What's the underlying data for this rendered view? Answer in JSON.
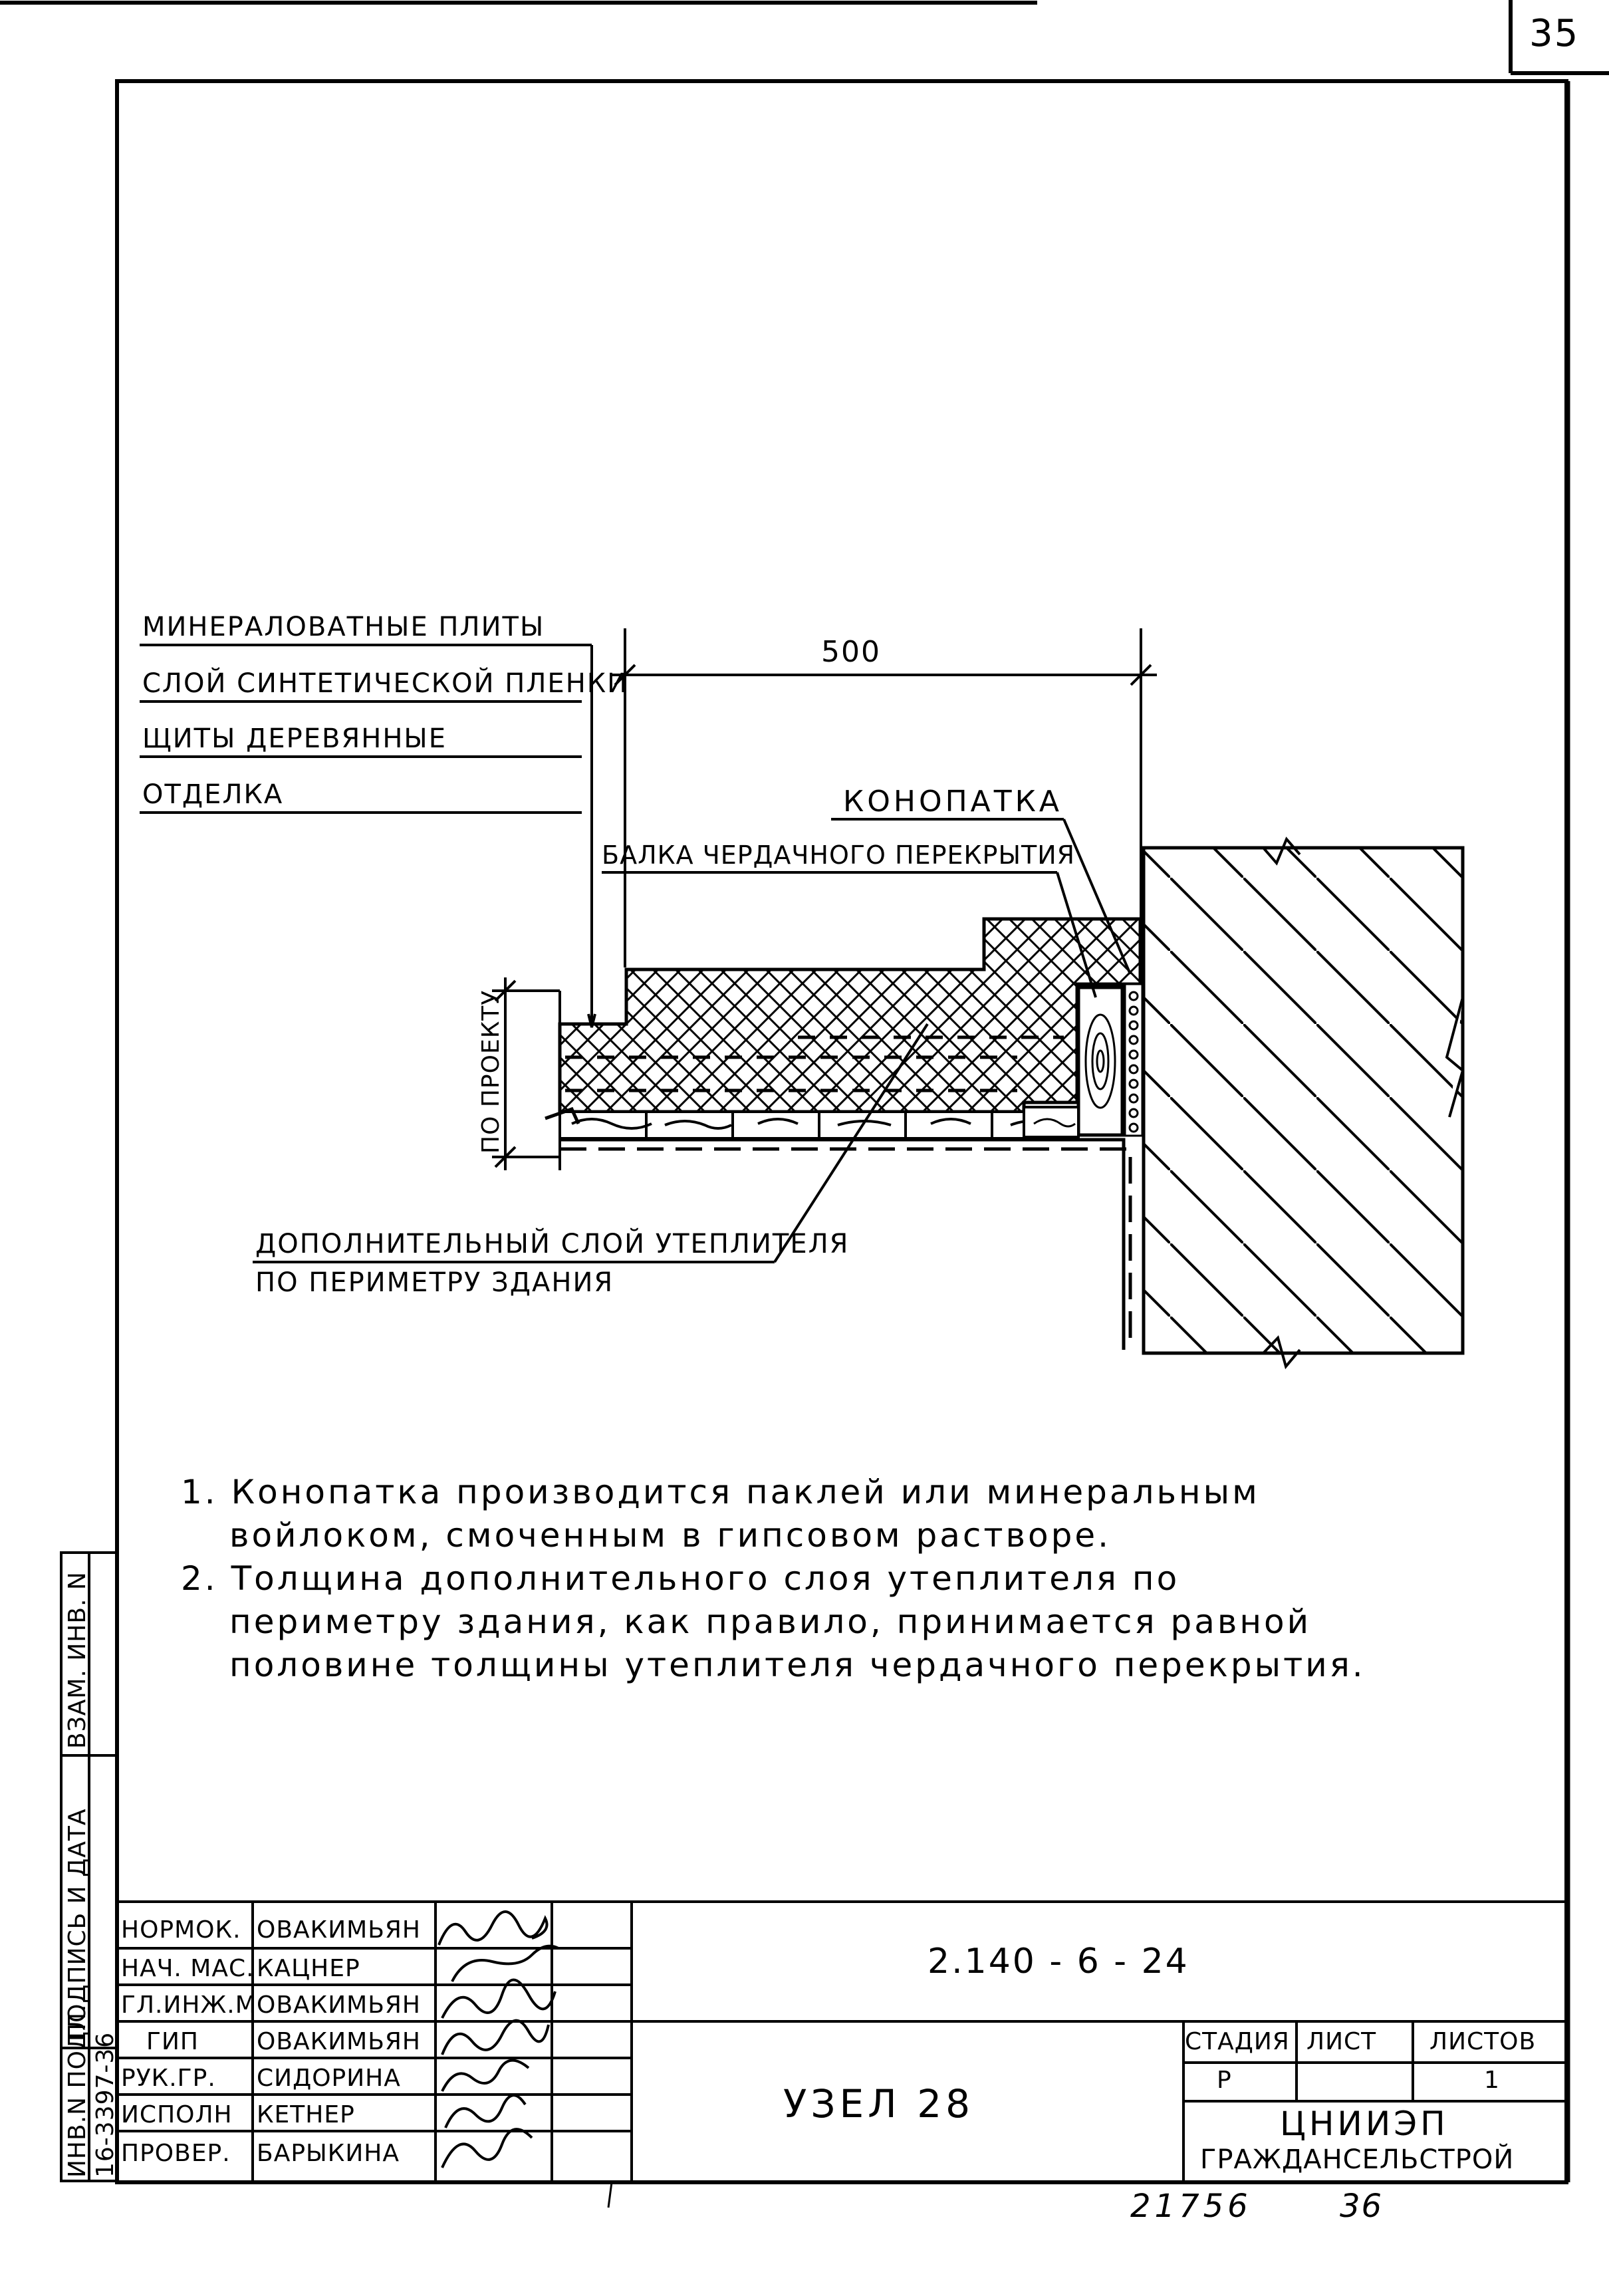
{
  "page_number": "35",
  "callouts": {
    "mineral_wool": "МИНЕРАЛОВАТНЫЕ ПЛИТЫ",
    "synthetic_film": "СЛОЙ СИНТЕТИЧЕСКОЙ ПЛЕНКИ",
    "wooden_panels": "ЩИТЫ ДЕРЕВЯННЫЕ",
    "finish": "ОТДЕЛКА",
    "caulking": "КОНОПАТКА",
    "attic_beam": "БАЛКА ЧЕРДАЧНОГО ПЕРЕКРЫТИЯ",
    "extra_insulation_line1": "ДОПОЛНИТЕЛЬНЫЙ СЛОЙ УТЕПЛИТЕЛЯ",
    "extra_insulation_line2": "ПО ПЕРИМЕТРУ ЗДАНИЯ"
  },
  "dimensions": {
    "width_label": "500",
    "thickness_label": "ПО ПРОЕКТУ"
  },
  "notes": [
    "1. Конопатка производится паклей или минеральным",
    "войлоком, смоченным в гипсовом растворе.",
    "2. Толщина дополнительного слоя утеплителя по",
    "периметру здания, как правило, принимается равной",
    "половине толщины утеплителя чердачного перекрытия."
  ],
  "side_stamp": {
    "col1": "ИНВ.N ПОДЛ.",
    "col1_value": "16-3397-36",
    "col2a": "ПОДПИСЬ И ДАТА",
    "col2b": "ВЗАМ. ИНВ. N"
  },
  "title_block": {
    "roles": [
      {
        "role": "НОРМОК.",
        "name": "ОВАКИМЬЯН"
      },
      {
        "role": "НАЧ. МАС.",
        "name": "КАЦНЕР"
      },
      {
        "role": "ГЛ.ИНЖ.М",
        "name": "ОВАКИМЬЯН"
      },
      {
        "role": "ГИП",
        "name": "ОВАКИМЬЯН"
      },
      {
        "role": "РУК.ГР.",
        "name": "СИДОРИНА"
      },
      {
        "role": "ИСПОЛН",
        "name": "КЕТНЕР"
      },
      {
        "role": "ПРОВЕР.",
        "name": "БАРЫКИНА"
      }
    ],
    "doc_code": "2.140 - 6 - 24",
    "sheet_title": "УЗЕЛ 28",
    "stage_header": "СТАДИЯ",
    "sheet_header": "ЛИСТ",
    "sheets_header": "ЛИСТОВ",
    "stage_value": "Р",
    "sheets_value": "1",
    "org_line1": "ЦНИИЭП",
    "org_line2": "ГРАЖДАНСЕЛЬСТРОЙ"
  },
  "footer": {
    "archive_number": "21756",
    "archive_page": "36"
  }
}
